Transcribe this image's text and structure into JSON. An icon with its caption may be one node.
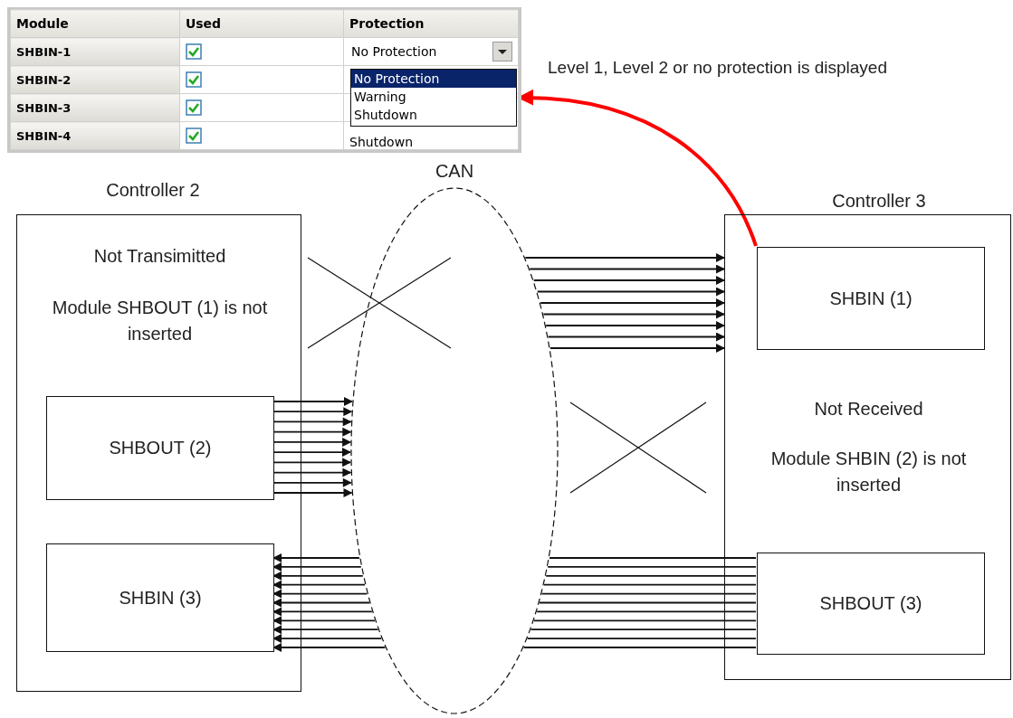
{
  "diagram": {
    "nodes": [
      {
        "text": [
          "Controller 2",
          "Not Transimitted",
          "Module SHBOUT (1) is not inserted"
        ]
      },
      {
        "text": [
          "SHBOUT (2)"
        ],
        "in": 0
      },
      {
        "text": [
          "SHBIN (3)"
        ],
        "in": 0
      },
      {
        "text": [
          "Controller 3",
          "Not Received",
          "Module SHBIN (2) is not inserted"
        ]
      },
      {
        "text": [
          "SHBIN (1)"
        ],
        "in": 3
      },
      {
        "text": [
          "SHBOUT (3)"
        ],
        "in": 3
      },
      {
        "text": [
          "CAN"
        ]
      },
      {
        "text": [
          "No Protection",
          "Warning",
          "Shutdown"
        ]
      }
    ],
    "edges": [
      {
        "from": 6,
        "to": 3,
        "arrow": "to"
      },
      {
        "from": 6,
        "to": 3,
        "arrow": "to"
      },
      {
        "from": 6,
        "to": 3,
        "arrow": "to"
      },
      {
        "from": 6,
        "to": 3,
        "arrow": "to"
      },
      {
        "from": 6,
        "to": 3,
        "arrow": "to"
      },
      {
        "from": 6,
        "to": 3,
        "arrow": "to"
      },
      {
        "from": 6,
        "to": 3,
        "arrow": "to"
      },
      {
        "from": 6,
        "to": 3,
        "arrow": "to"
      },
      {
        "from": 6,
        "to": 3,
        "arrow": "to"
      },
      {
        "from": 1,
        "to": 6,
        "arrow": "to"
      },
      {
        "from": 1,
        "to": 6,
        "arrow": "to"
      },
      {
        "from": 1,
        "to": 6,
        "arrow": "to"
      },
      {
        "from": 1,
        "to": 6,
        "arrow": "to"
      },
      {
        "from": 1,
        "to": 6,
        "arrow": "to"
      },
      {
        "from": 1,
        "to": 6,
        "arrow": "to"
      },
      {
        "from": 1,
        "to": 6,
        "arrow": "to"
      },
      {
        "from": 1,
        "to": 6,
        "arrow": "to"
      },
      {
        "from": 1,
        "to": 6,
        "arrow": "to"
      },
      {
        "from": 1,
        "to": 6,
        "arrow": "to"
      },
      {
        "from": 5,
        "to": 6,
        "arrow": "none"
      },
      {
        "from": 5,
        "to": 6,
        "arrow": "none"
      },
      {
        "from": 5,
        "to": 6,
        "arrow": "none"
      },
      {
        "from": 5,
        "to": 6,
        "arrow": "none"
      },
      {
        "from": 5,
        "to": 6,
        "arrow": "none"
      },
      {
        "from": 5,
        "to": 6,
        "arrow": "none"
      },
      {
        "from": 5,
        "to": 6,
        "arrow": "none"
      },
      {
        "from": 5,
        "to": 6,
        "arrow": "none"
      },
      {
        "from": 5,
        "to": 6,
        "arrow": "none"
      },
      {
        "from": 5,
        "to": 6,
        "arrow": "none"
      },
      {
        "from": 5,
        "to": 6,
        "arrow": "none"
      },
      {
        "from": 6,
        "to": 2,
        "arrow": "to"
      },
      {
        "from": 6,
        "to": 2,
        "arrow": "to"
      },
      {
        "from": 6,
        "to": 2,
        "arrow": "to"
      },
      {
        "from": 6,
        "to": 2,
        "arrow": "to"
      },
      {
        "from": 6,
        "to": 2,
        "arrow": "to"
      },
      {
        "from": 6,
        "to": 2,
        "arrow": "to"
      },
      {
        "from": 6,
        "to": 2,
        "arrow": "to"
      },
      {
        "from": 6,
        "to": 2,
        "arrow": "to"
      },
      {
        "from": 6,
        "to": 2,
        "arrow": "to"
      },
      {
        "from": 6,
        "to": 2,
        "arrow": "to"
      },
      {
        "from": 6,
        "to": 2,
        "arrow": "to"
      },
      {
        "from": 4,
        "to": 7,
        "arrow": "to",
        "style": "thick",
        "color": "#ff0000"
      }
    ],
    "labels": [
      "Module",
      "Used",
      "Protection",
      "SHBIN-1",
      "No Protection",
      "SHBIN-2",
      "SHBIN-3",
      "SHBIN-4",
      "Shutdown",
      "Level 1, Level 2 or no protection is displayed"
    ]
  }
}
